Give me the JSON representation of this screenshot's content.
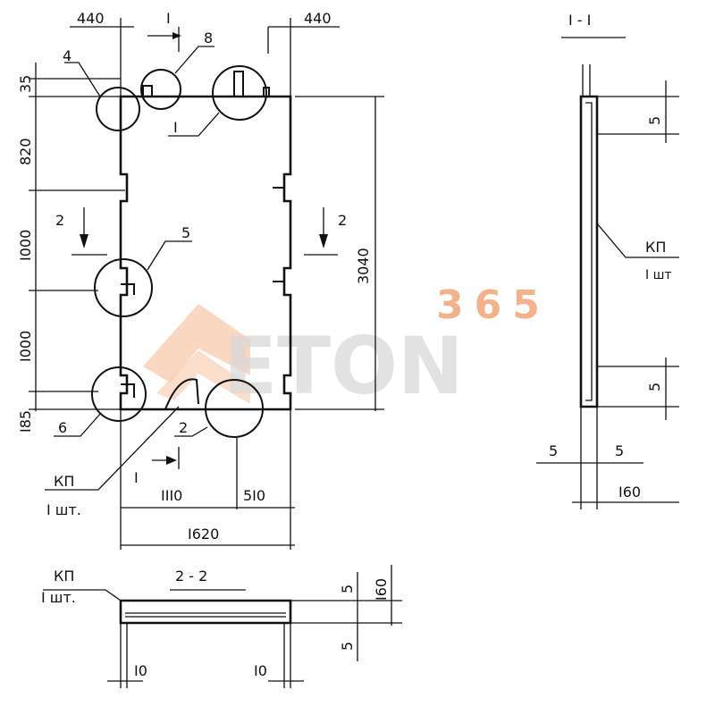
{
  "labels": {
    "section_1_1_title": "I - I",
    "section_2_2_title": "2 - 2",
    "section_mark_2": "2",
    "section_mark_1": "I",
    "callout_4": "4",
    "callout_8": "8",
    "callout_1": "I",
    "callout_5": "5",
    "callout_6": "6",
    "callout_2": "2",
    "kp": "КП",
    "kp_qty": "I шт.",
    "kp_qty_side": "I шт"
  },
  "dimensions": {
    "top_left": "440",
    "top_right": "440",
    "left_35": "35",
    "left_820": "820",
    "left_1000_a": "I000",
    "left_1000_b": "I000",
    "left_185": "I85",
    "right_3040": "3040",
    "bottom_1110": "III0",
    "bottom_510": "5I0",
    "bottom_1620": "I620",
    "side_5_top": "5",
    "side_5_bottom": "5",
    "side_5_left": "5",
    "side_5_right": "5",
    "side_160": "I60",
    "sec2_5_top": "5",
    "sec2_160": "I60",
    "sec2_5_bottom": "5",
    "sec2_10_left": "I0",
    "sec2_10_right": "I0"
  },
  "watermark": {
    "number": "365",
    "word": "ETON",
    "number_color": "#f4b28a",
    "word_color": "#d9d9d9"
  }
}
